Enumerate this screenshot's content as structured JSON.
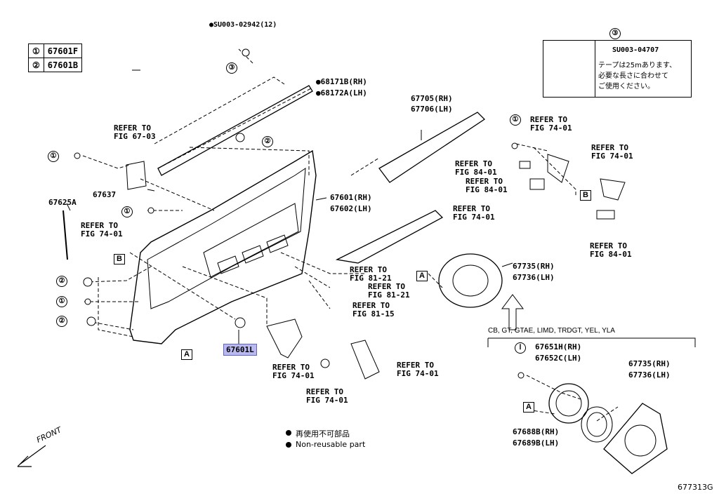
{
  "legend": [
    {
      "num": "①",
      "part": "67601F"
    },
    {
      "num": "②",
      "part": "67601B"
    }
  ],
  "kit_box": {
    "num": "③",
    "part": "SU003-04707",
    "lines": [
      "テープは25mあります、",
      "必要な長さに合わせて",
      "ご使用ください。"
    ]
  },
  "labels": {
    "su003_02942": "●SU003-02942(12)",
    "p68171b": "●68171B(RH)",
    "p68172a": "●68172A(LH)",
    "p67705": "67705(RH)",
    "p67706": "67706(LH)",
    "ref_67_03": "REFER TO\nFIG 67-03",
    "p67637": "67637",
    "p67625a": "67625A",
    "ref_74_01_a": "REFER TO\nFIG 74-01",
    "p67601rh": "67601(RH)",
    "p67602lh": "67602(LH)",
    "ref_74_01_b": "REFER TO\nFIG 74-01",
    "ref_81_21_a": "REFER TO\nFIG 81-21",
    "ref_81_21_b": "REFER TO\nFIG 81-21",
    "ref_81_15": "REFER TO\nFIG 81-15",
    "p67601l": "67601L",
    "ref_74_01_c": "REFER TO\nFIG 74-01",
    "ref_74_01_d": "REFER TO\nFIG 74-01",
    "ref_74_01_e": "REFER TO\nFIG 74-01",
    "ref_74_01_f": "REFER TO\nFIG 74-01",
    "ref_74_01_g": "REFER TO\nFIG 74-01",
    "ref_84_01_a": "REFER TO\nFIG 84-01",
    "ref_84_01_b": "REFER TO\nFIG 84-01",
    "ref_84_01_c": "REFER TO\nFIG 84-01",
    "p67735a": "67735(RH)",
    "p67736a": "67736(LH)",
    "grades": "CB, GT, GTAE, LIMD, TRDGT, YEL, YLA",
    "p67651h": "67651H(RH)",
    "p67652c": "67652C(LH)",
    "p67735b": "67735(RH)",
    "p67736b": "67736(LH)",
    "p67688b": "67688B(RH)",
    "p67689b": "67689B(LH)",
    "box_a": "A",
    "box_b": "B",
    "front": "FRONT",
    "code": "677313G"
  },
  "notes": {
    "jp": "再使用不可部品",
    "en": "Non-reusable part"
  },
  "callouts": {
    "one": "①",
    "two": "②",
    "three": "③",
    "i": "Ⅰ"
  }
}
